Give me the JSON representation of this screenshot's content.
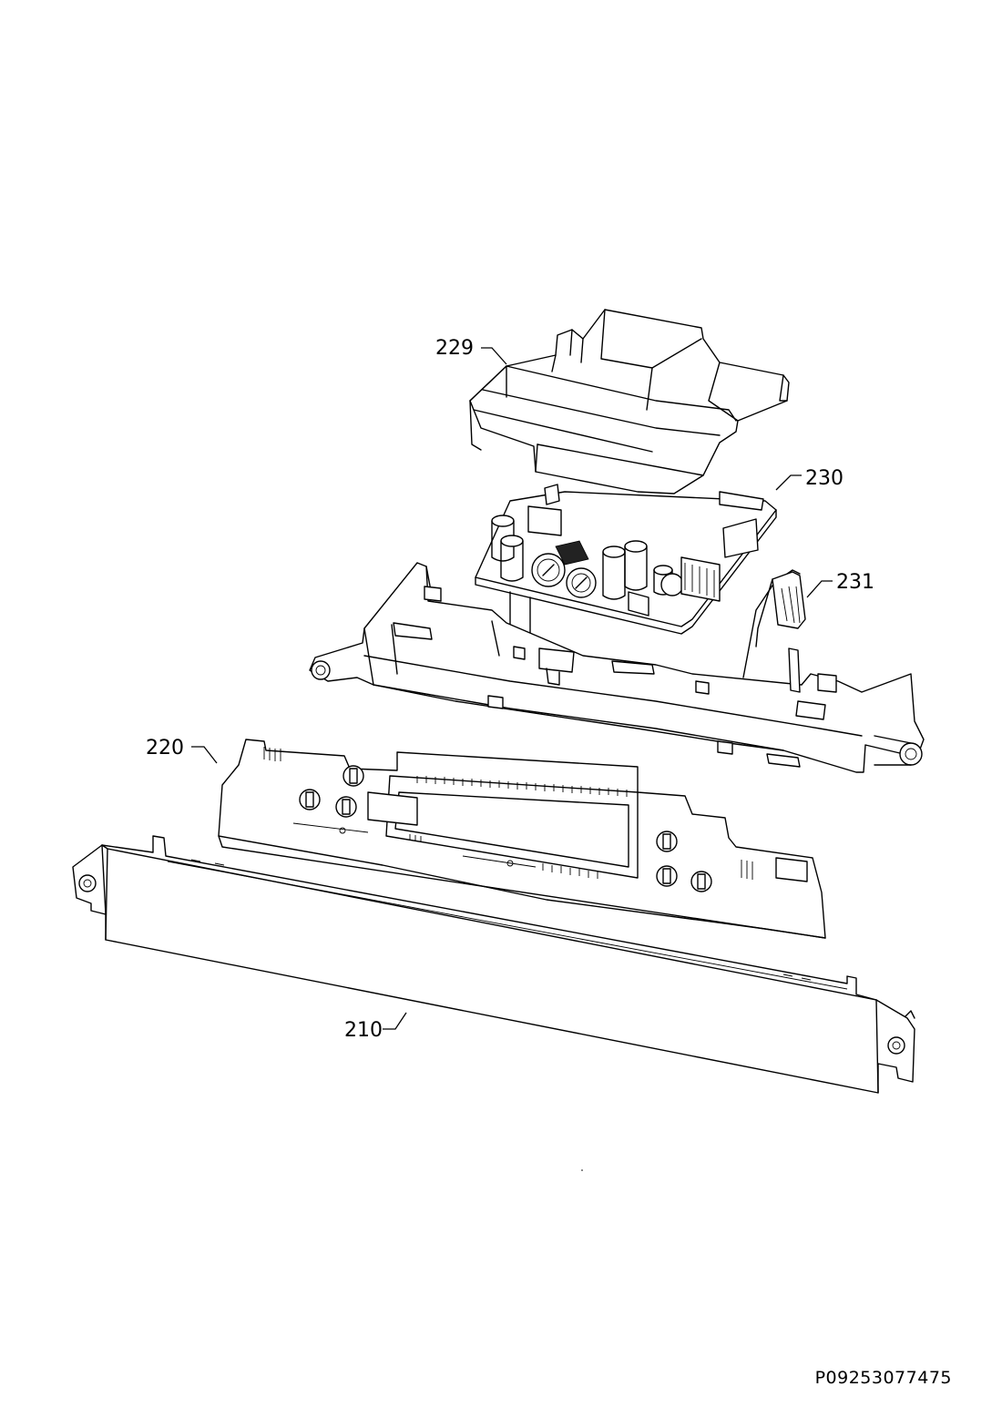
{
  "diagram": {
    "labels": {
      "part_229": "229",
      "part_230": "230",
      "part_231": "231",
      "part_220": "220",
      "part_210": "210"
    },
    "document_code": "P09253077475"
  }
}
